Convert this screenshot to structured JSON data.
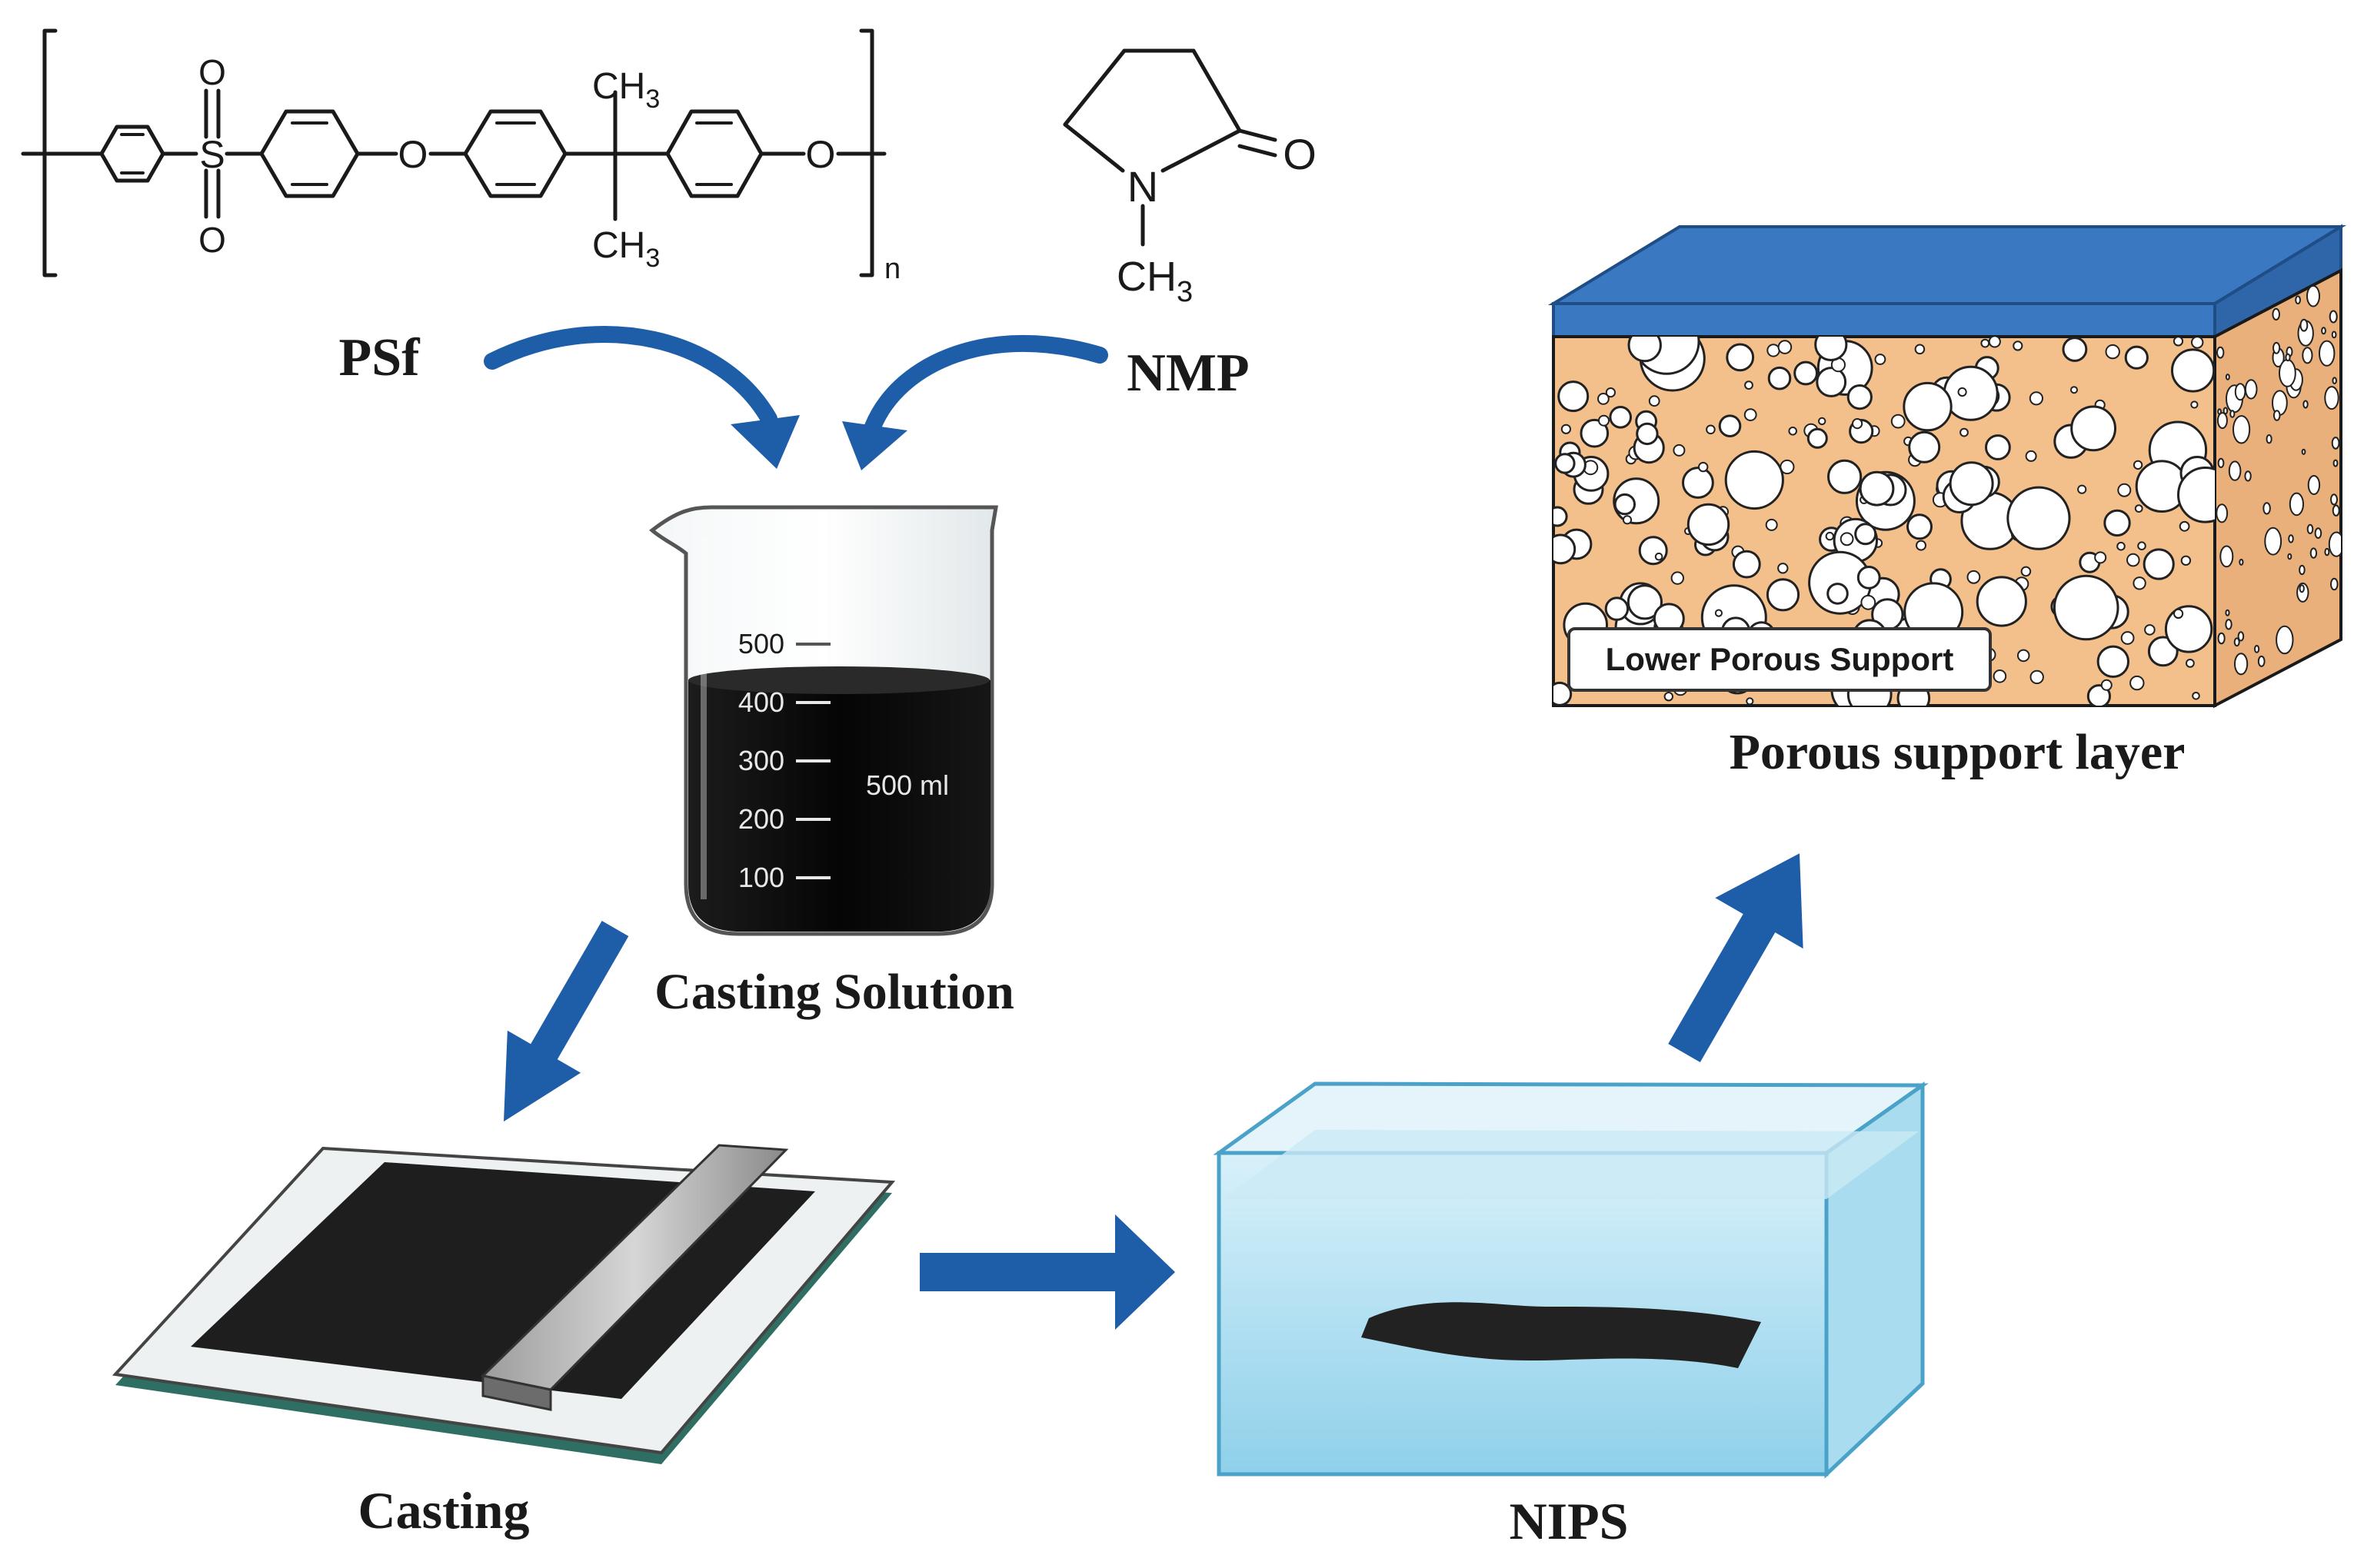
{
  "psf": {
    "label": "PSf",
    "sulfone_s": "S",
    "sulfone_o_top": "O",
    "sulfone_o_bottom": "O",
    "ether_o1": "O",
    "ether_o2": "O",
    "methyl_top": "CH3",
    "methyl_bottom": "CH3",
    "repeat_n": "n"
  },
  "nmp": {
    "label": "NMP",
    "nitrogen": "N",
    "carbonyl_o": "O",
    "methyl": "CH3"
  },
  "beaker": {
    "label": "Casting Solution",
    "graduations": [
      "500",
      "400",
      "300",
      "200",
      "100"
    ],
    "volume_label": "500 ml",
    "solution_color": "#0d0d0d"
  },
  "casting": {
    "label": "Casting"
  },
  "nips": {
    "label": "NIPS"
  },
  "support": {
    "label": "Porous support layer",
    "inner_label": "Lower Porous Support",
    "top_layer_color": "#3b78c2",
    "body_color": "#f3c08c"
  },
  "colors": {
    "arrow": "#1e5da8",
    "water": "#bfe4f2"
  }
}
